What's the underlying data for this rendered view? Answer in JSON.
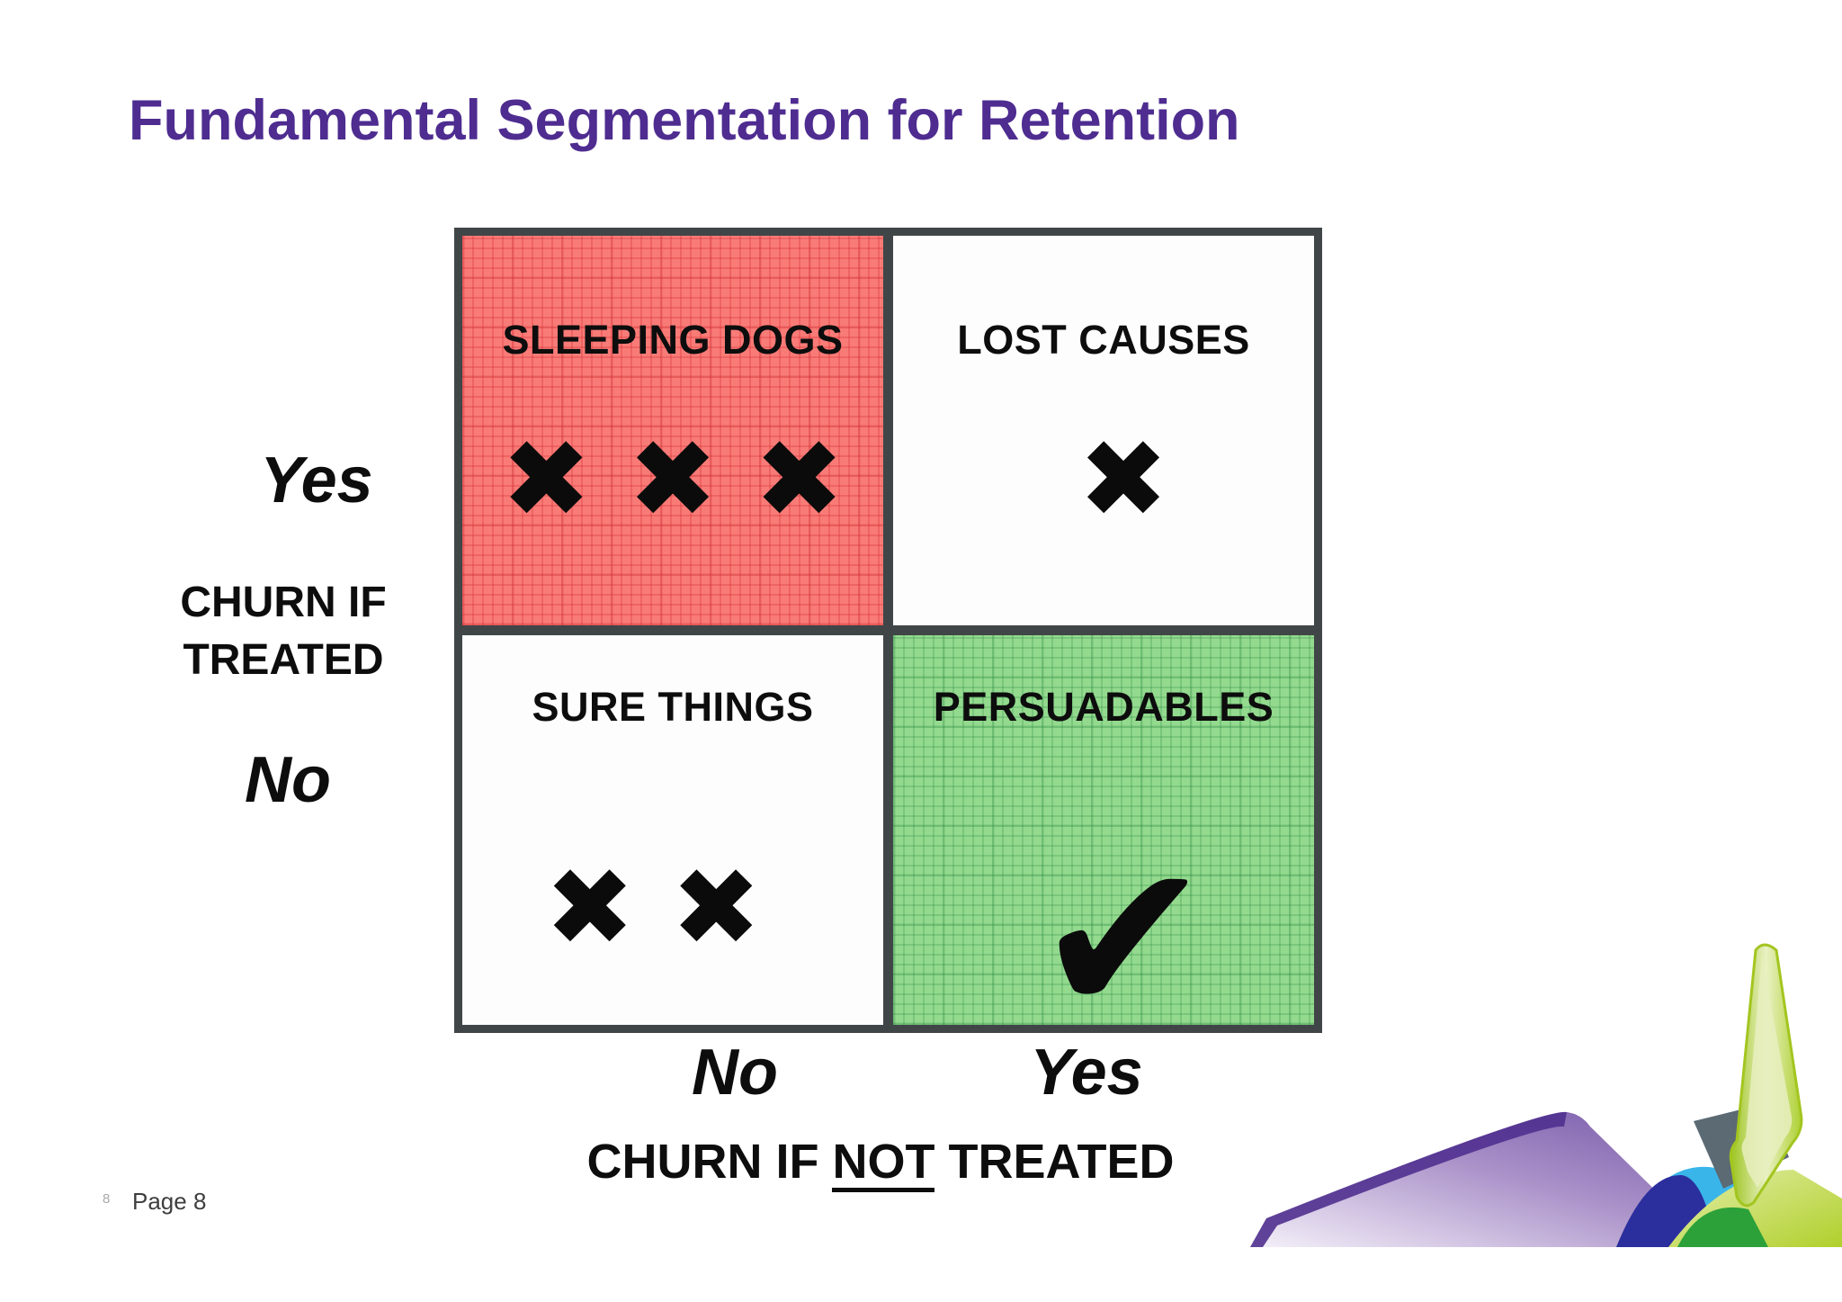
{
  "slide": {
    "title": "Fundamental Segmentation for Retention",
    "footer": {
      "page_marker": "8",
      "page_label": "Page 8"
    }
  },
  "matrix": {
    "border_color": "#404547",
    "cells": [
      {
        "key": "sleeping_dogs",
        "label": "SLEEPING DOGS",
        "marks": "✖✖✖",
        "mark_type": "cross",
        "mark_count": 3,
        "bg_color": "#f97b77"
      },
      {
        "key": "lost_causes",
        "label": "LOST CAUSES",
        "marks": "✖",
        "mark_type": "cross",
        "mark_count": 1,
        "bg_color": "#fdfdfd"
      },
      {
        "key": "sure_things",
        "label": "SURE THINGS",
        "marks": "✖✖",
        "mark_type": "cross",
        "mark_count": 2,
        "bg_color": "#fdfdfd"
      },
      {
        "key": "persuadables",
        "label": "PERSUADABLES",
        "marks": "✔",
        "mark_type": "check",
        "mark_count": 1,
        "bg_color": "#93da8e"
      }
    ],
    "y_axis": {
      "positive_label": "Yes",
      "negative_label": "No",
      "title": [
        "CHURN IF",
        "TREATED"
      ]
    },
    "x_axis": {
      "negative_label": "No",
      "positive_label": "Yes",
      "title_parts": {
        "prefix": "CHURN IF ",
        "underlined": "NOT",
        "suffix": " TREATED"
      }
    }
  },
  "theme": {
    "title_color": "#4e2c90",
    "matrix_border": "#404547",
    "accent_red": "#f97b77",
    "accent_green": "#93da8e",
    "logo_purple": "#7e5fae",
    "logo_blue": "#3ab5e9",
    "logo_navy": "#2b2e9d",
    "logo_chartreuse": "#b9d43e"
  }
}
